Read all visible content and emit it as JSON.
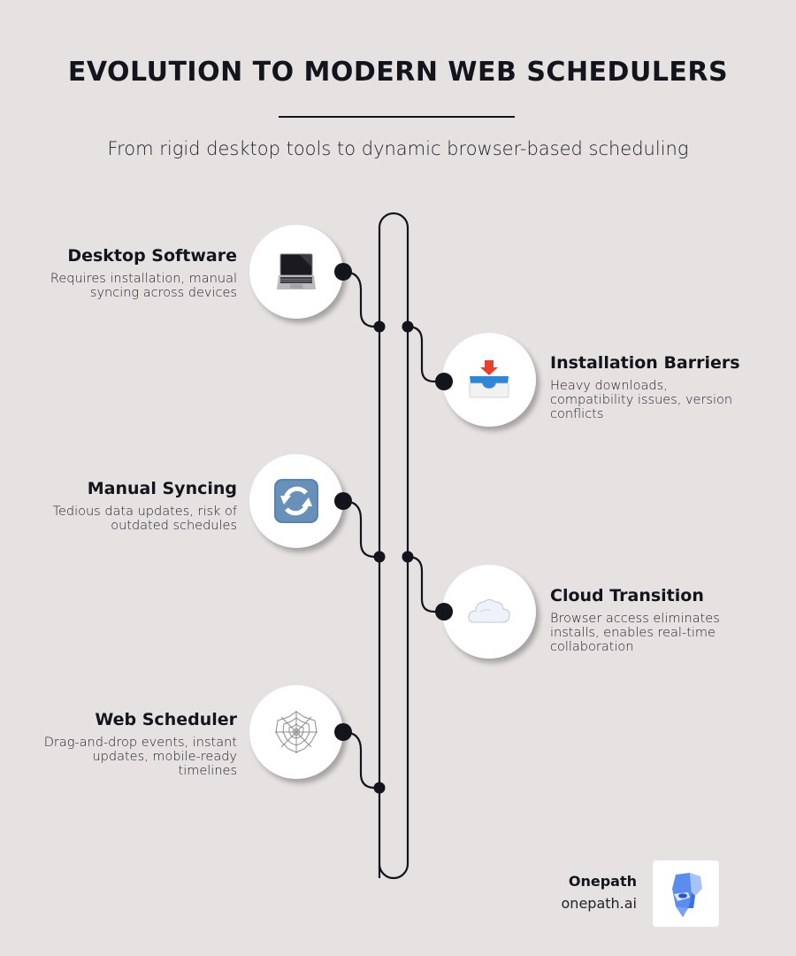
{
  "header": {
    "title": "EVOLUTION TO MODERN WEB SCHEDULERS",
    "subtitle": "From rigid desktop tools to dynamic browser-based scheduling"
  },
  "steps": [
    {
      "title": "Desktop Software",
      "description": "Requires installation, manual syncing across devices",
      "icon": "laptop-icon",
      "side": "left"
    },
    {
      "title": "Installation Barriers",
      "description": "Heavy downloads, compatibility issues, version conflicts",
      "icon": "inbox-download-icon",
      "side": "right"
    },
    {
      "title": "Manual Syncing",
      "description": "Tedious data updates, risk of outdated schedules",
      "icon": "sync-arrows-icon",
      "side": "left"
    },
    {
      "title": "Cloud Transition",
      "description": "Browser access eliminates installs, enables real-time collaboration",
      "icon": "cloud-icon",
      "side": "right"
    },
    {
      "title": "Web Scheduler",
      "description": "Drag-and-drop events, instant updates, mobile-ready timelines",
      "icon": "spider-web-icon",
      "side": "left"
    }
  ],
  "brand": {
    "name": "Onepath",
    "url": "onepath.ai",
    "logo": "onepath-face-logo-icon"
  },
  "colors": {
    "background": "#e6e2e1",
    "ink": "#14151c",
    "node": "#ffffff",
    "logo_blue": "#5b8def"
  }
}
